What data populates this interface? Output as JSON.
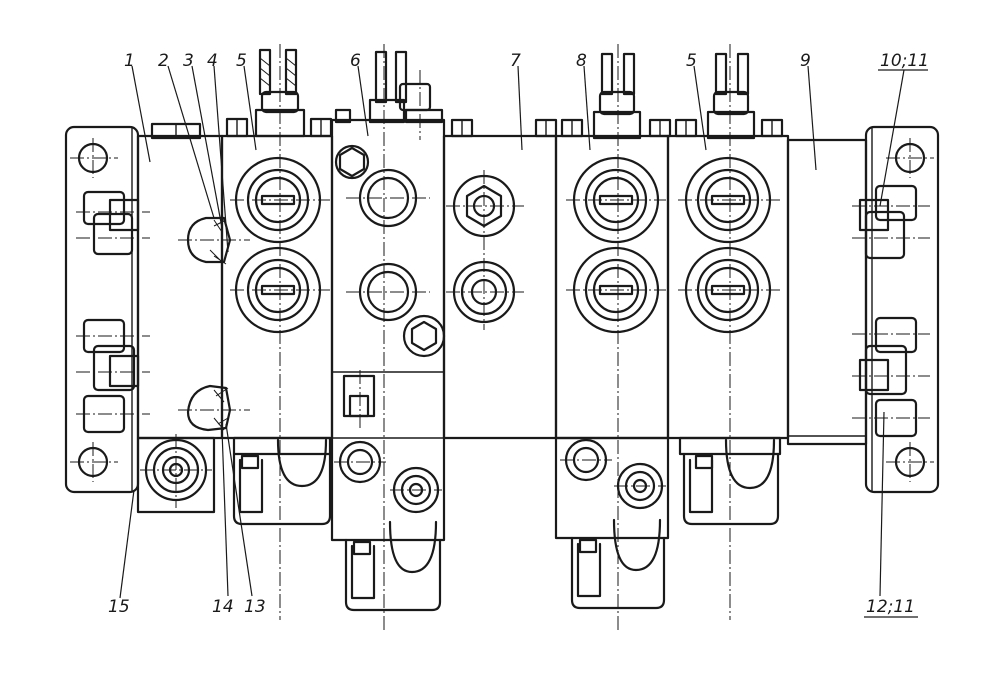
{
  "callouts": [
    {
      "id": "c1",
      "text": "1"
    },
    {
      "id": "c2",
      "text": "2"
    },
    {
      "id": "c3",
      "text": "3"
    },
    {
      "id": "c4",
      "text": "4"
    },
    {
      "id": "c5a",
      "text": "5"
    },
    {
      "id": "c6",
      "text": "6"
    },
    {
      "id": "c7",
      "text": "7"
    },
    {
      "id": "c8",
      "text": "8"
    },
    {
      "id": "c5b",
      "text": "5"
    },
    {
      "id": "c9",
      "text": "9"
    },
    {
      "id": "c10",
      "text": "10;11"
    },
    {
      "id": "c15",
      "text": "15"
    },
    {
      "id": "c14",
      "text": "14"
    },
    {
      "id": "c13",
      "text": "13"
    },
    {
      "id": "c12",
      "text": "12;11"
    }
  ],
  "colors": {
    "line": "#1a1a1a",
    "background": "#ffffff"
  }
}
